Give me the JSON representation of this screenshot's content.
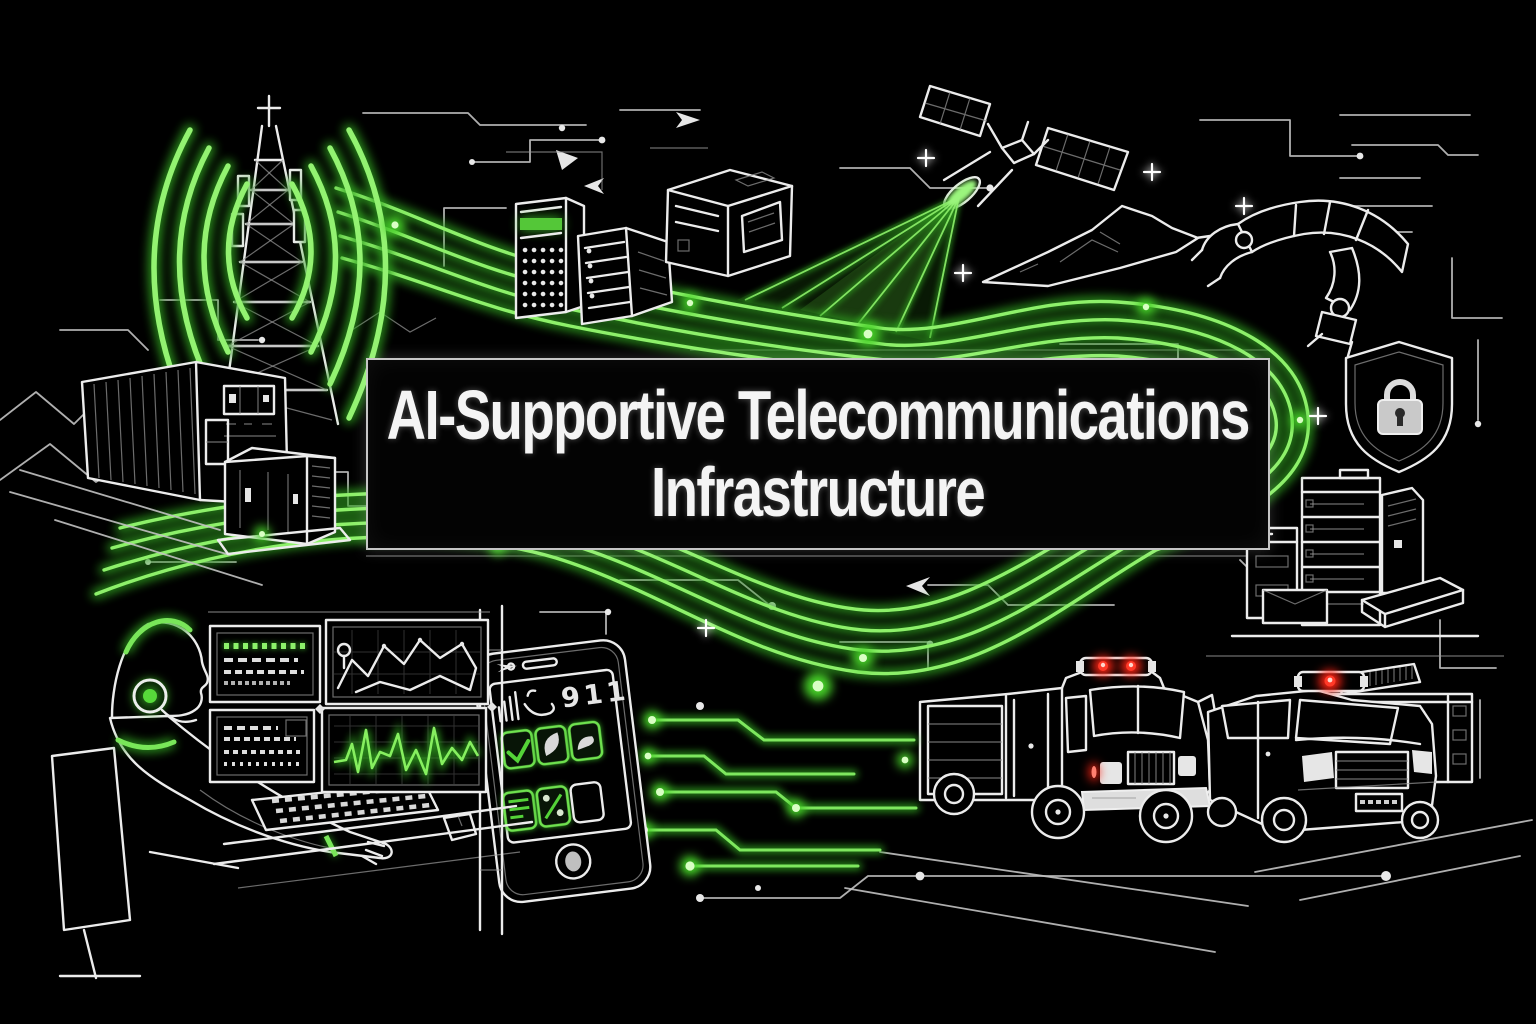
{
  "title": {
    "line1": "AI-Supportive Telecommunications",
    "line2": "Infrastructure"
  },
  "phone": {
    "dial_text": "911"
  },
  "colors": {
    "background": "#000000",
    "line_art": "#ececec",
    "fiber_green_core": "#8df06a",
    "fiber_green_glow": "#2f9e1f",
    "emergency_red": "#ff2414",
    "padlock_fill": "#c9c9c9"
  },
  "scene": {
    "elements": [
      "cell-tower",
      "signal-waves",
      "mountains",
      "shipping-container",
      "edge-server-unit",
      "server-racks",
      "satellite",
      "laser-downlink",
      "terrain",
      "robotic-arm",
      "security-shield",
      "padlock",
      "city-buildings",
      "fire-truck",
      "police-car",
      "emergency-station",
      "smartphone",
      "app-icons",
      "circuit-traces",
      "fiber-optic-lines",
      "control-room-operator",
      "headset",
      "monitor-wall",
      "code-screen",
      "map-screen",
      "log-screen",
      "waveform-screen",
      "keyboard",
      "mouse"
    ]
  }
}
